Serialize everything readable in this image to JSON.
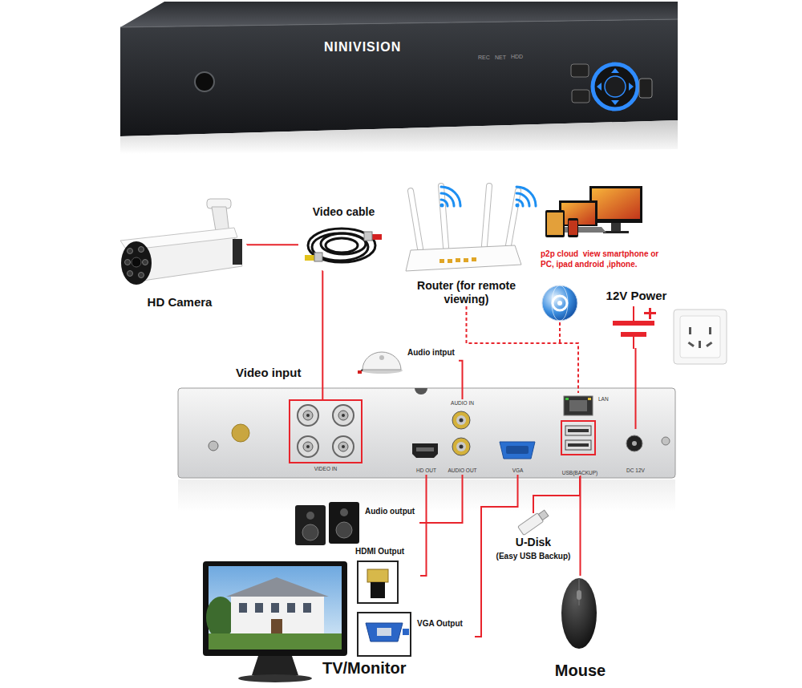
{
  "diagram": {
    "nodes": [
      {
        "text": [
          "HD Camera"
        ]
      },
      {
        "text": [
          "Video cable"
        ]
      },
      {
        "text": [
          "Router (for remote viewing)"
        ]
      },
      {
        "text": [
          "p2p cloud  view smartphone or PC, ipad android ,iphone."
        ]
      },
      {
        "text": [
          "12V Power"
        ]
      },
      {
        "text": [
          "Audio intput"
        ]
      },
      {
        "text": [
          "Video input",
          "VIDEO IN"
        ]
      },
      {
        "text": [
          "AUDIO IN"
        ]
      },
      {
        "text": [
          "LAN"
        ]
      },
      {
        "text": [
          "USB(BACKUP)"
        ]
      },
      {
        "text": [
          "AUDIO OUT"
        ]
      },
      {
        "text": [
          "HD OUT"
        ]
      },
      {
        "text": [
          "VGA"
        ]
      },
      {
        "text": [
          "DC 12V"
        ]
      },
      {
        "text": [
          "Audio output"
        ]
      },
      {
        "text": [
          "U-Disk",
          "(Easy USB Backup)"
        ]
      },
      {
        "text": [
          "HDMI Output"
        ]
      },
      {
        "text": [
          "TV/Monitor"
        ]
      },
      {
        "text": [
          "VGA Output"
        ]
      },
      {
        "text": [
          "Mouse"
        ]
      }
    ],
    "edges": [
      {
        "from": 0,
        "to": 1,
        "arrow": "none"
      },
      {
        "from": 1,
        "to": 6,
        "arrow": "none"
      },
      {
        "from": 2,
        "to": 8,
        "arrow": "none"
      },
      {
        "from": 4,
        "to": 13,
        "arrow": "none"
      },
      {
        "from": 5,
        "to": 7,
        "arrow": "none"
      },
      {
        "from": 14,
        "to": 10,
        "arrow": "none"
      },
      {
        "from": 16,
        "to": 11,
        "arrow": "none"
      },
      {
        "from": 18,
        "to": 12,
        "arrow": "none"
      },
      {
        "from": 9,
        "to": 15,
        "arrow": "none"
      },
      {
        "from": 9,
        "to": 19,
        "arrow": "none"
      }
    ],
    "labels": [
      "NINIVISION",
      "REC",
      "NET",
      "HDD"
    ]
  }
}
